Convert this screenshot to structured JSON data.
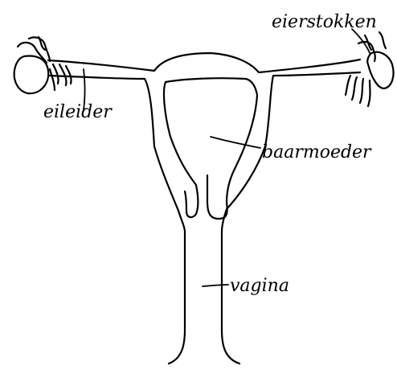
{
  "labels": {
    "ovaries": "eierstokken",
    "fallopian_tube": "eileider",
    "uterus": "baarmoeder",
    "vagina": "vagina"
  },
  "colors": {
    "ink": "#000000",
    "background": "#ffffff"
  }
}
